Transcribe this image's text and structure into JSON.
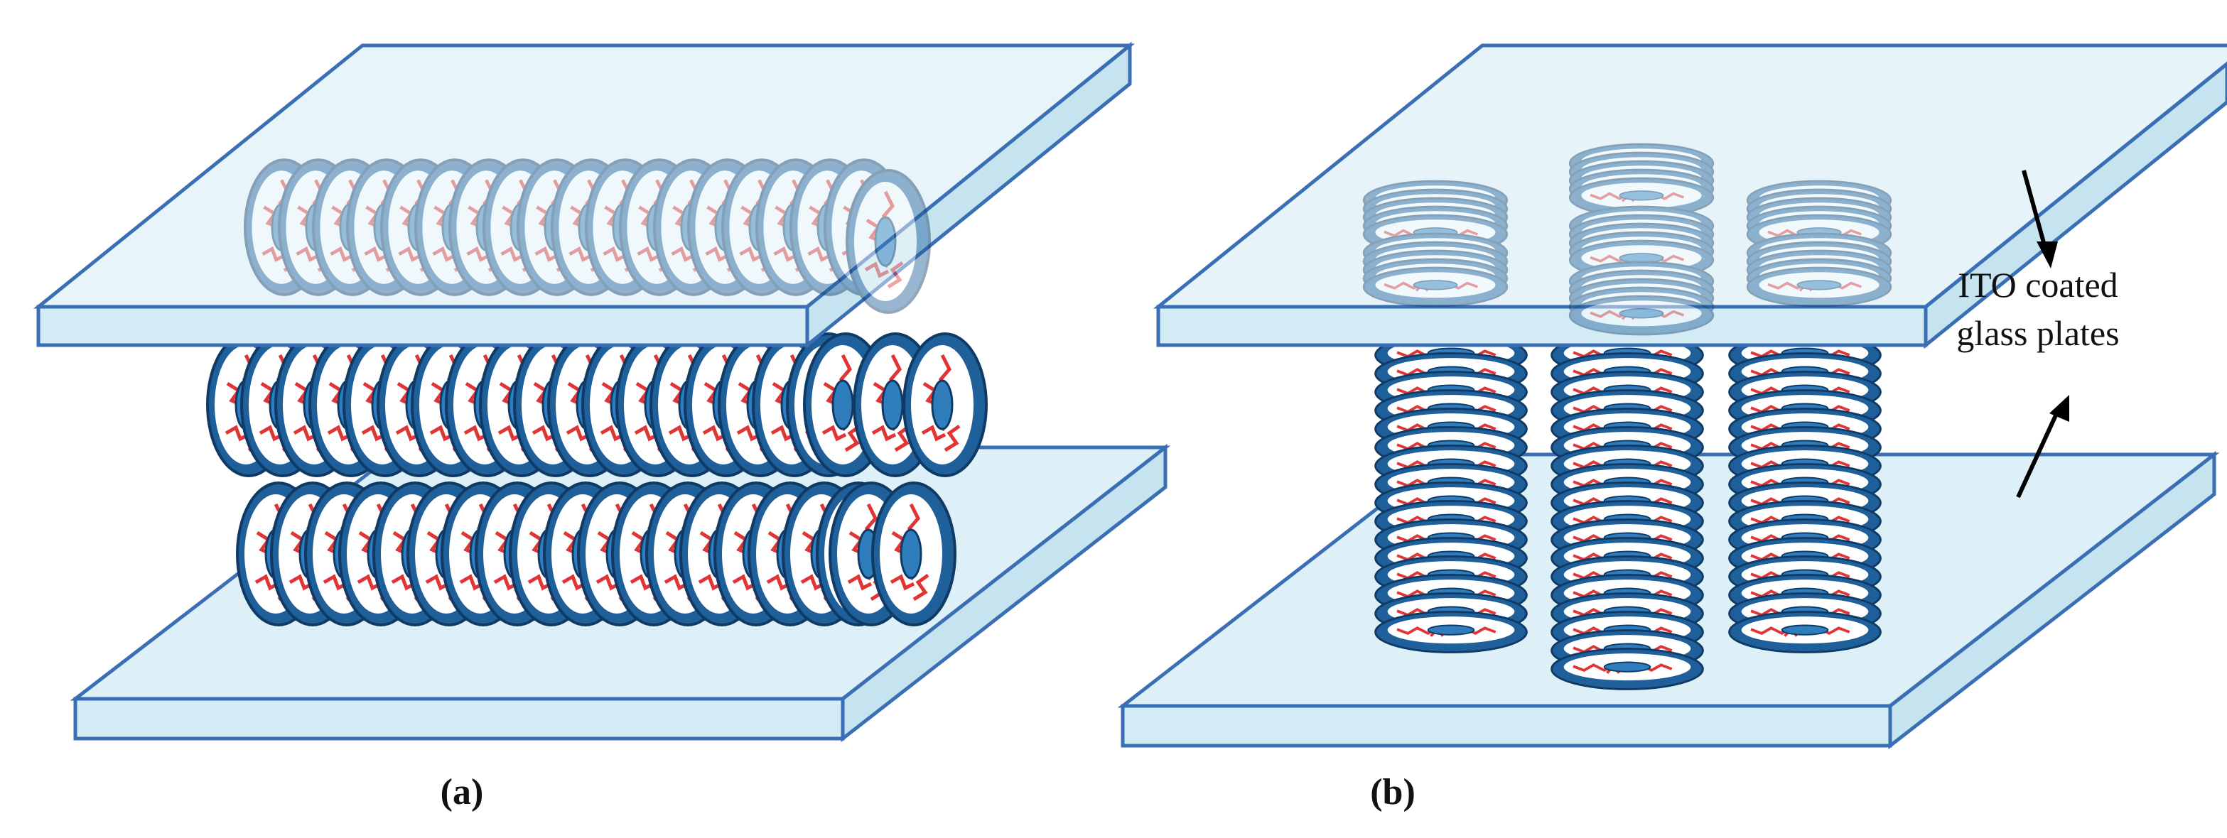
{
  "figure": {
    "panels": [
      {
        "id": "a",
        "label": "(a)",
        "column_orientation": "horizontal"
      },
      {
        "id": "b",
        "label": "(b)",
        "column_orientation": "vertical"
      }
    ],
    "annotation": {
      "line1": "ITO coated",
      "line2": "glass plates"
    },
    "colors": {
      "plate_face": "#ddf0f7",
      "plate_edge": "#3b6fb5",
      "disc_ring": "#1f5f9a",
      "disc_core": "#ffffff",
      "alkyl_chains": "#e23434"
    }
  }
}
